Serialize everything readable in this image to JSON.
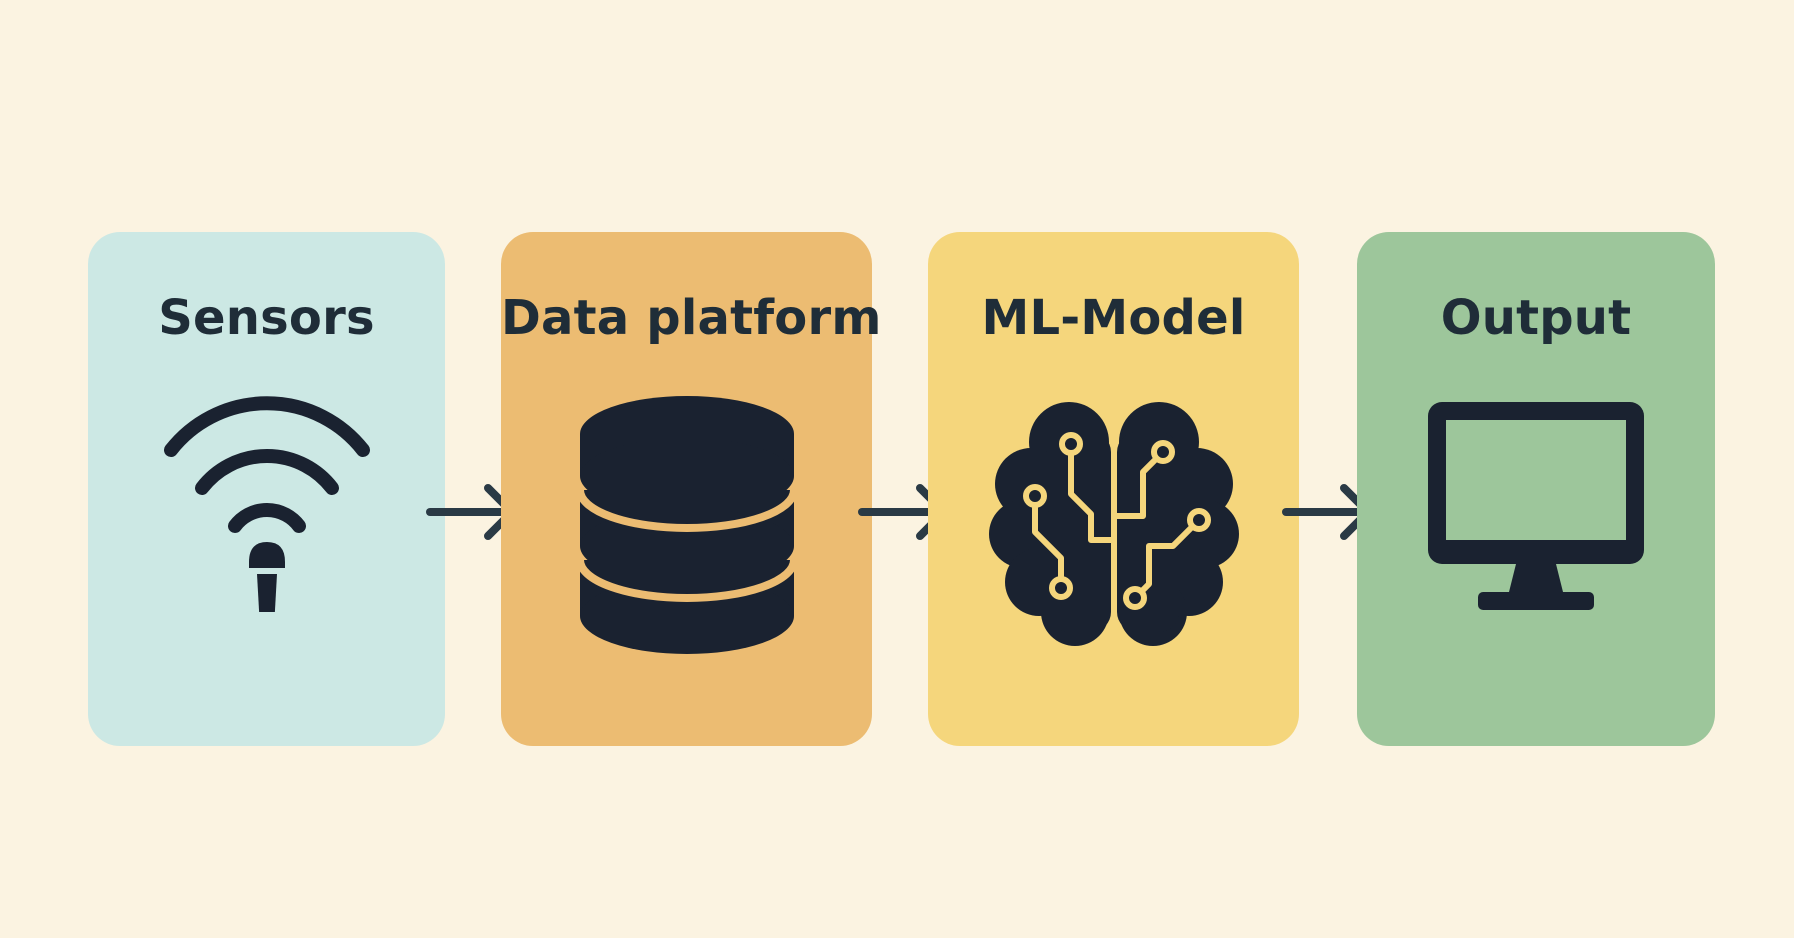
{
  "colors": {
    "background": "#fbf3e1",
    "ink": "#1a2230",
    "sensors": "#cce8e4",
    "data_platform": "#ecbc72",
    "ml_model": "#f5d67c",
    "output": "#9dc69b",
    "arrow": "#2a3a45"
  },
  "stages": [
    {
      "title": "Sensors",
      "icon": "wireless-sensor-icon"
    },
    {
      "title": "Data platform",
      "icon": "database-icon"
    },
    {
      "title": "ML-Model",
      "icon": "circuit-brain-icon"
    },
    {
      "title": "Output",
      "icon": "monitor-icon"
    }
  ]
}
